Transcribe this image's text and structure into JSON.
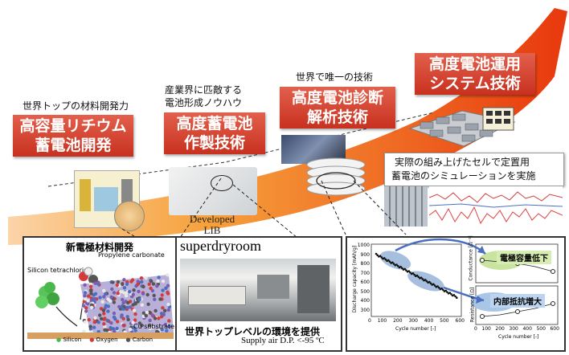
{
  "stages": [
    {
      "caption": "世界トップの材料開発力",
      "box": [
        "高容量リチウム",
        "蓄電池開発"
      ]
    },
    {
      "caption": [
        "産業界に匹敵する",
        "電池形成ノウハウ"
      ],
      "box": [
        "高度蓄電池",
        "作製技術"
      ]
    },
    {
      "caption": "世界で唯一の技術",
      "box": [
        "高度電池診断",
        "解析技術"
      ]
    },
    {
      "caption": "",
      "box": [
        "高度電池運用",
        "システム技術"
      ]
    }
  ],
  "sim_caption": [
    "実際の組み上げたセルで定置用",
    "蓄電池のシミュレーションを実施"
  ],
  "developed_label": [
    "Developed",
    "LIB"
  ],
  "panel_material": {
    "title": "新電極材料開発",
    "labels": [
      "Propylene carbonate",
      "Silicon tetrachloride",
      "Cu substrate"
    ],
    "legend": [
      "Silicon",
      "Oxygen",
      "Carbon"
    ]
  },
  "panel_room": {
    "title": "superdryroom",
    "caption": "世界トップレベルの環境を提供",
    "note": "Supply air D.P. <-95 ºC"
  },
  "panel_chart": {
    "ylabel_left": "Discharge capacity [mAh/g]",
    "yticks_left": [
      "1000",
      "900",
      "800",
      "700",
      "600",
      "500",
      "400",
      "300"
    ],
    "xlabel": "Cycle number [-]",
    "xticks": [
      "0",
      "100",
      "200",
      "300",
      "400",
      "500",
      "600"
    ],
    "ylabel_right_top": "Conductance [Ω⁻¹]",
    "ylabel_right_bottom": "Resistance [Ω]",
    "xticks_right": [
      "0",
      "100",
      "200",
      "300",
      "400",
      "500",
      "600"
    ],
    "label_top": "電極容量低下",
    "label_bottom": "内部抵抗増大"
  },
  "colors": {
    "accent_red": "#d03a26",
    "arrow": "#f08a1e",
    "arrow_dark": "#e8380d"
  }
}
